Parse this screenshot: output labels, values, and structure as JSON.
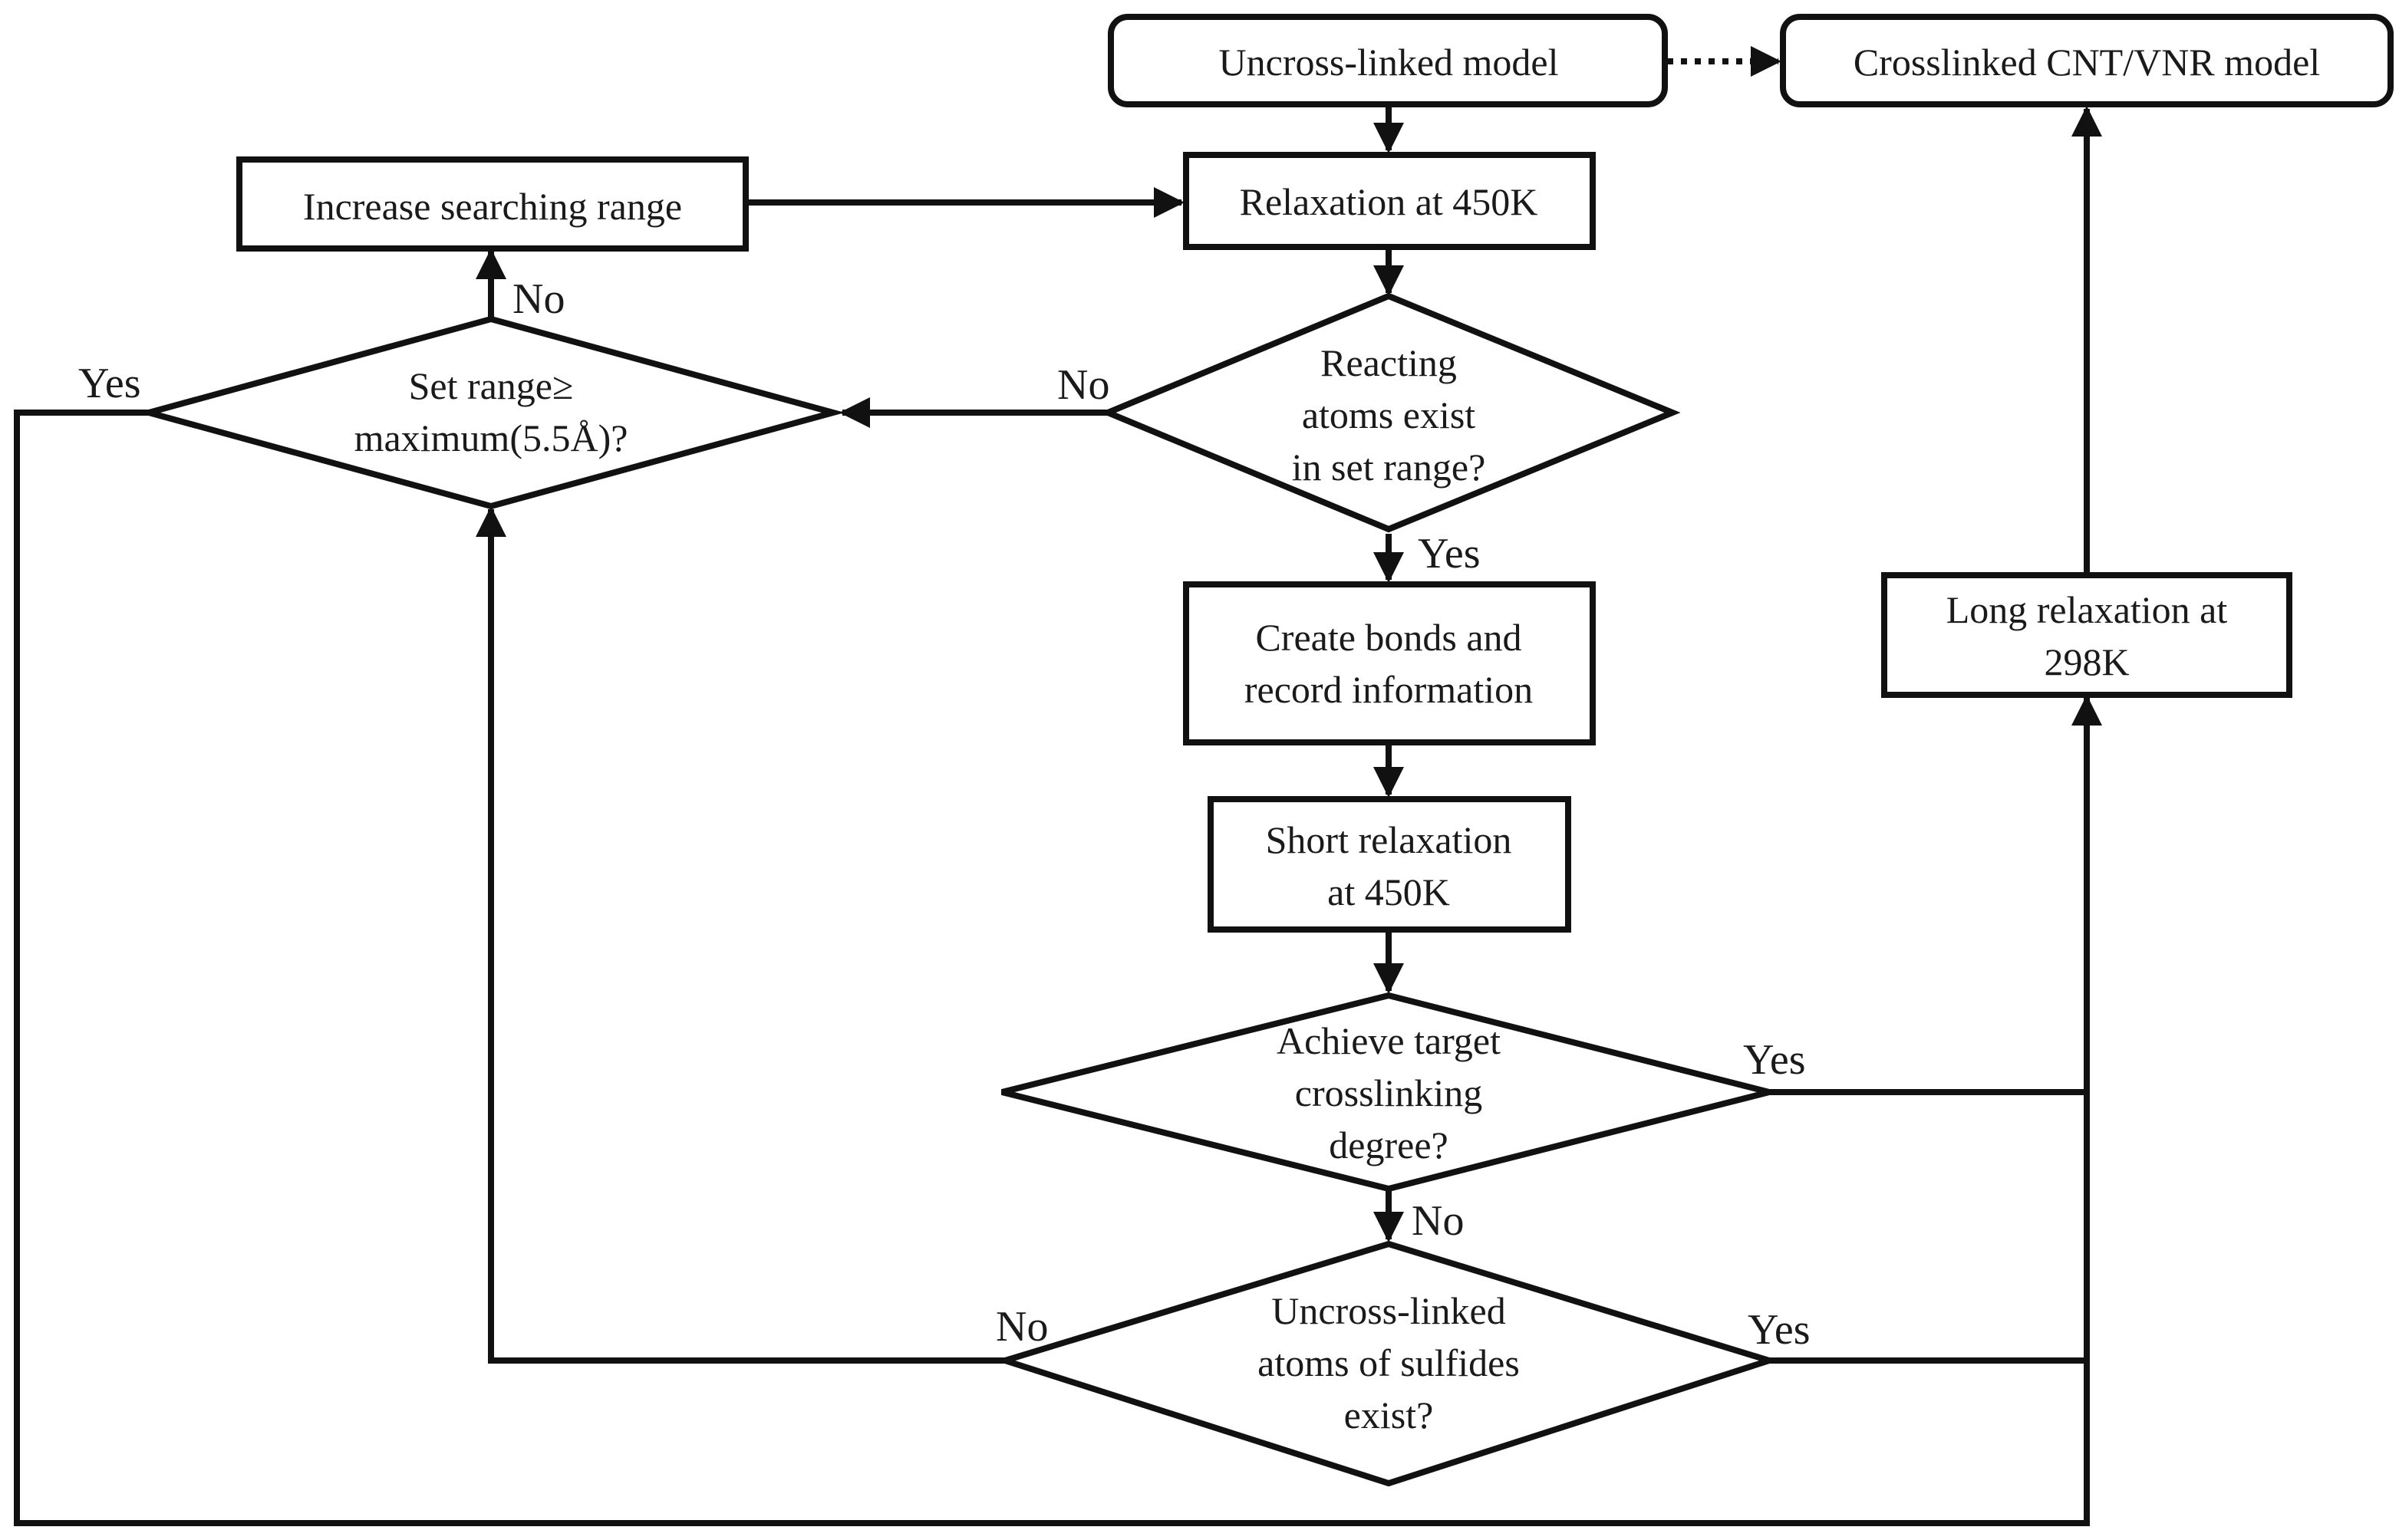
{
  "diagram": {
    "nodes": {
      "uncross_linked_model": {
        "lines": [
          "Uncross-linked model"
        ]
      },
      "crosslinked_model": {
        "lines": [
          "Crosslinked CNT/VNR model"
        ]
      },
      "increase_range": {
        "lines": [
          "Increase searching range"
        ]
      },
      "relaxation_450": {
        "lines": [
          "Relaxation at 450K"
        ]
      },
      "set_range_check": {
        "lines": [
          "Set range≥",
          "maximum(5.5Å)?"
        ]
      },
      "reacting_atoms_check": {
        "lines": [
          "Reacting",
          "atoms exist",
          "in set range?"
        ]
      },
      "create_bonds": {
        "lines": [
          "Create bonds and",
          "record information"
        ]
      },
      "short_relaxation": {
        "lines": [
          "Short relaxation",
          "at 450K"
        ]
      },
      "long_relaxation": {
        "lines": [
          "Long relaxation at",
          "298K"
        ]
      },
      "target_degree_check": {
        "lines": [
          "Achieve target",
          "crosslinking",
          "degree?"
        ]
      },
      "sulfides_check": {
        "lines": [
          "Uncross-linked",
          "atoms of sulfides",
          "exist?"
        ]
      }
    },
    "edge_labels": {
      "setrange_no": "No",
      "setrange_yes": "Yes",
      "reacting_no": "No",
      "reacting_yes": "Yes",
      "target_yes": "Yes",
      "target_no": "No",
      "sulfides_no": "No",
      "sulfides_yes": "Yes"
    }
  }
}
